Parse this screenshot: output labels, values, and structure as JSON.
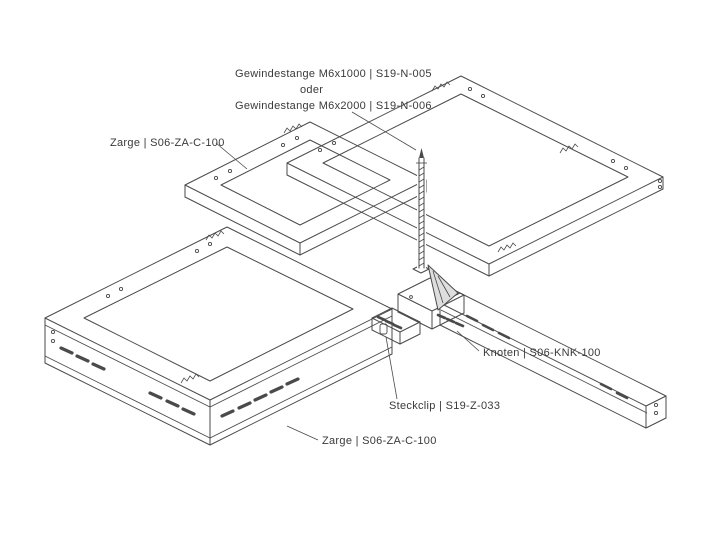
{
  "page": {
    "background": "#ffffff"
  },
  "diagram": {
    "stroke_color": "#4a4a4a",
    "labels": {
      "gewindestange_option1": "Gewindestange M6x1000 | S19-N-005",
      "oder": "oder",
      "gewindestange_option2": "Gewindestange M6x2000 | S19-N-006",
      "zarge_left": "Zarge | S06-ZA-C-100",
      "knoten": "Knoten | S06-KNK-100",
      "steckclip": "Steckclip | S19-Z-033",
      "zarge_bottom": "Zarge | S06-ZA-C-100"
    },
    "parts": [
      {
        "part": "Gewindestange M6x1000",
        "number": "S19-N-005"
      },
      {
        "part": "Gewindestange M6x2000",
        "number": "S19-N-006"
      },
      {
        "part": "Zarge",
        "number": "S06-ZA-C-100"
      },
      {
        "part": "Knoten",
        "number": "S06-KNK-100"
      },
      {
        "part": "Steckclip",
        "number": "S19-Z-033"
      }
    ]
  }
}
